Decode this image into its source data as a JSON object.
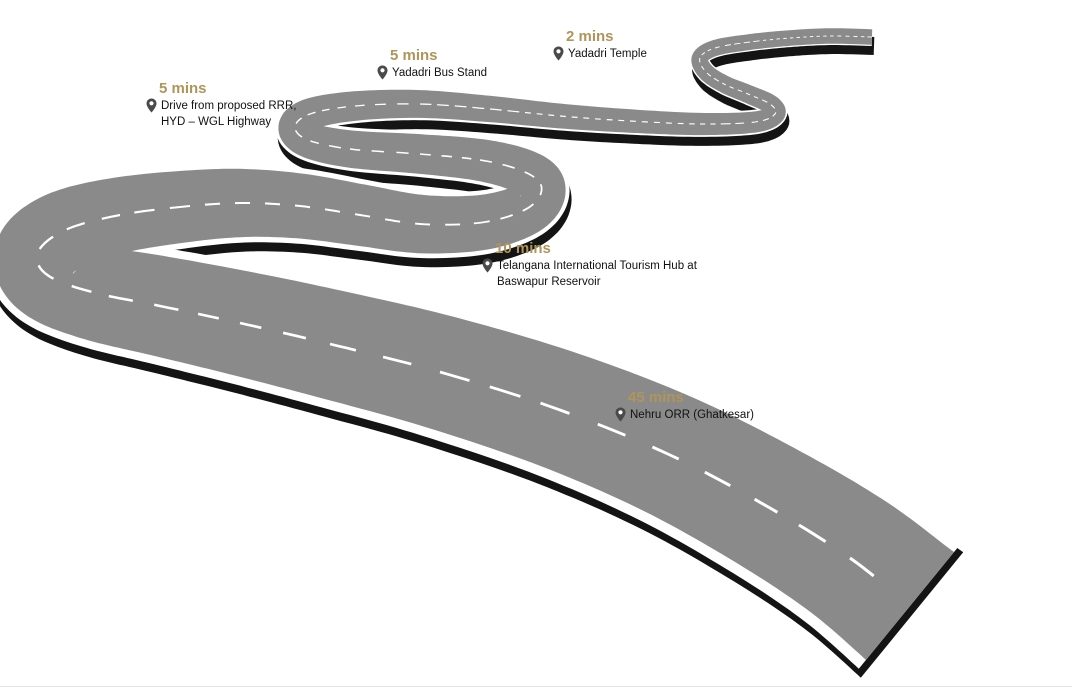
{
  "colors": {
    "accent_time": "#b0955a",
    "road_surface": "#8a8a8a",
    "road_edge": "#ffffff",
    "road_shadow": "#141414",
    "dash": "#ffffff",
    "pin": "#4a4a4a"
  },
  "icons": {
    "pin": "map-pin-icon"
  },
  "markers": [
    {
      "id": "drive-rrr",
      "time": "5 mins",
      "lines": [
        "Drive from proposed RRR,",
        "HYD – WGL Highway"
      ]
    },
    {
      "id": "bus-stand",
      "time": "5 mins",
      "lines": [
        "Yadadri Bus Stand"
      ]
    },
    {
      "id": "temple",
      "time": "2 mins",
      "lines": [
        "Yadadri Temple"
      ]
    },
    {
      "id": "tourism-hub",
      "time": "10 mins",
      "lines": [
        "Telangana International Tourism Hub at",
        "Baswapur Reservoir"
      ]
    },
    {
      "id": "orr",
      "time": "45 mins",
      "lines": [
        "Nehru ORR (Ghatkesar)"
      ]
    }
  ]
}
